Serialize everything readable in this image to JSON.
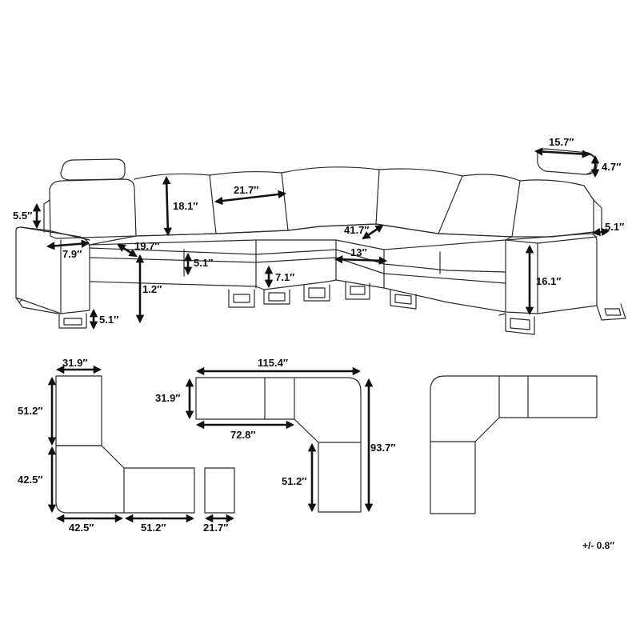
{
  "perspective": {
    "headrest_width": "15.7″",
    "headrest_height": "4.7″",
    "side_clearance": "5.1″",
    "arm_height": "16.1″",
    "back_height": "18.1″",
    "back_cushion_width": "21.7″",
    "corner_depth": "41.7″",
    "corner_front": "13″",
    "armrest_top_height": "5.5″",
    "armrest_width": "7.9″",
    "seat_depth": "19.7″",
    "seat_cushion_height": "5.1″",
    "leg_gap": "1.2″",
    "front_skirt_height": "7.1″",
    "leg_height": "5.1″"
  },
  "plan_left": {
    "arm_width": "31.9″",
    "arm_length": "51.2″",
    "corner_side": "42.5″",
    "corner_bottom": "42.5″",
    "middle_length": "51.2″",
    "ottoman_width": "21.7″"
  },
  "plan_middle": {
    "total_width": "115.4″",
    "depth": "31.9″",
    "inner_run": "72.8″",
    "total_height": "93.7″",
    "leg_run": "51.2″"
  },
  "tolerance": "+/- 0.8″"
}
